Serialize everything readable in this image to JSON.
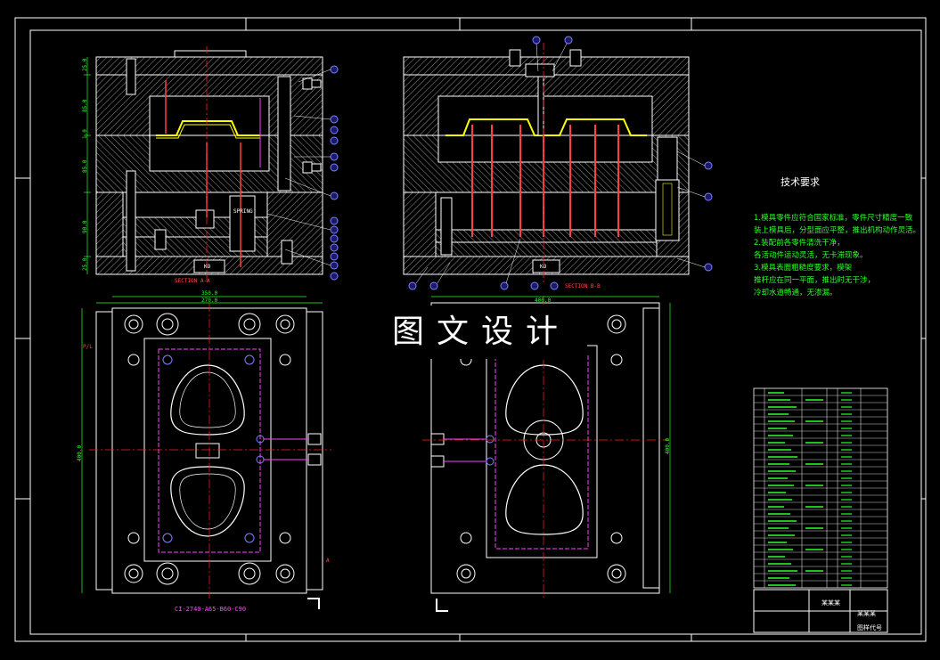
{
  "watermark": "图文设计",
  "tech_requirements": {
    "title": "技术要求",
    "lines": [
      "1.模具零件应符合国家标准，零件尺寸精度一致",
      "装上模具后，分型面应平整，推出机构动作灵活。",
      "2.装配前各零件清洗干净，",
      "各活动件运动灵活，无卡滞现象。",
      "3.模具表面粗糙度要求，模架",
      "推杆应在同一平面，推出时无干涉，",
      "冷却水道畅通，无渗漏。"
    ]
  },
  "views": {
    "section_a_label": "SECTION A-A",
    "section_b_label": "SECTION B-B",
    "plan_callout": "CI-2740-A65-B60-C90",
    "pl_label": "P/L",
    "block_label_1": "KO",
    "block_label_2": "KO",
    "spring_label": "SPRING"
  },
  "dimensions": {
    "left_dims": [
      "25.0",
      "85.0",
      "1.0",
      "85.0",
      "90.0",
      "25.0"
    ],
    "top_plan": [
      "350.0",
      "270.0"
    ],
    "top_plan_b": "400.0",
    "side_plan": "400.0",
    "side_plan_b": "400.0",
    "cut_mark": "A"
  },
  "title_block": {
    "company": "某某某",
    "drawing": "某某某",
    "part_no": "图样代号"
  },
  "colors": {
    "background": "#000000",
    "frame": "#ffffff",
    "hatch": "#cfcfcf",
    "part": "#ffff00",
    "pins": "#ff4040",
    "balloon": "#8080ff",
    "dimension": "#2cff2c",
    "centerline": "#ff2020",
    "cooling": "#ff40ff"
  }
}
